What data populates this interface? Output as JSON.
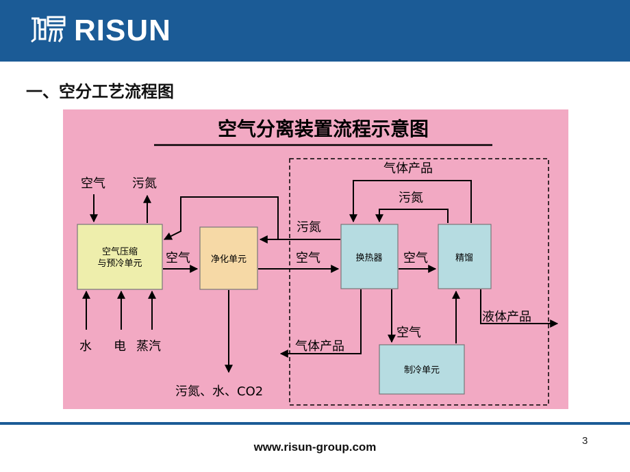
{
  "header": {
    "brand": "RISUN",
    "logo_icon": "risun-logo-mark"
  },
  "slide": {
    "title": "一、空分工艺流程图",
    "page_number": "3"
  },
  "footer": {
    "url": "www.risun-group.com"
  },
  "diagram": {
    "title": "空气分离装置流程示意图",
    "boxes": {
      "compress": [
        "空气压缩",
        "与预冷单元"
      ],
      "purify": "净化单元",
      "exchanger": "换热器",
      "rectify": "精馏",
      "refrigeration": "制冷单元"
    },
    "labels": {
      "air_in": "空气",
      "dirty_n2_out": "污氮",
      "air_1": "空气",
      "air_2": "空气",
      "air_3": "空气",
      "air_4": "空气",
      "dirty_n2_return": "污氮",
      "dirty_n2_loop": "污氮",
      "gas_product_top": "气体产品",
      "gas_product_bottom": "气体产品",
      "liquid_product": "液体产品",
      "water": "水",
      "power": "电",
      "steam": "蒸汽",
      "waste": "污氮、水、CO2"
    }
  }
}
